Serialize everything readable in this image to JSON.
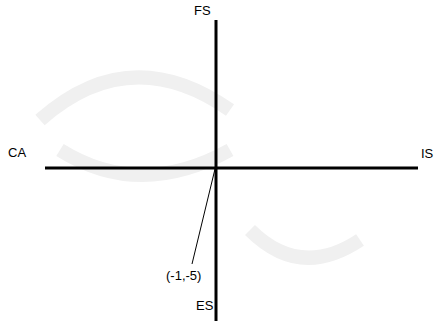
{
  "diagram": {
    "labels": [
      "FS",
      "IS",
      "CA",
      "ES",
      "(-1,-5)"
    ]
  }
}
